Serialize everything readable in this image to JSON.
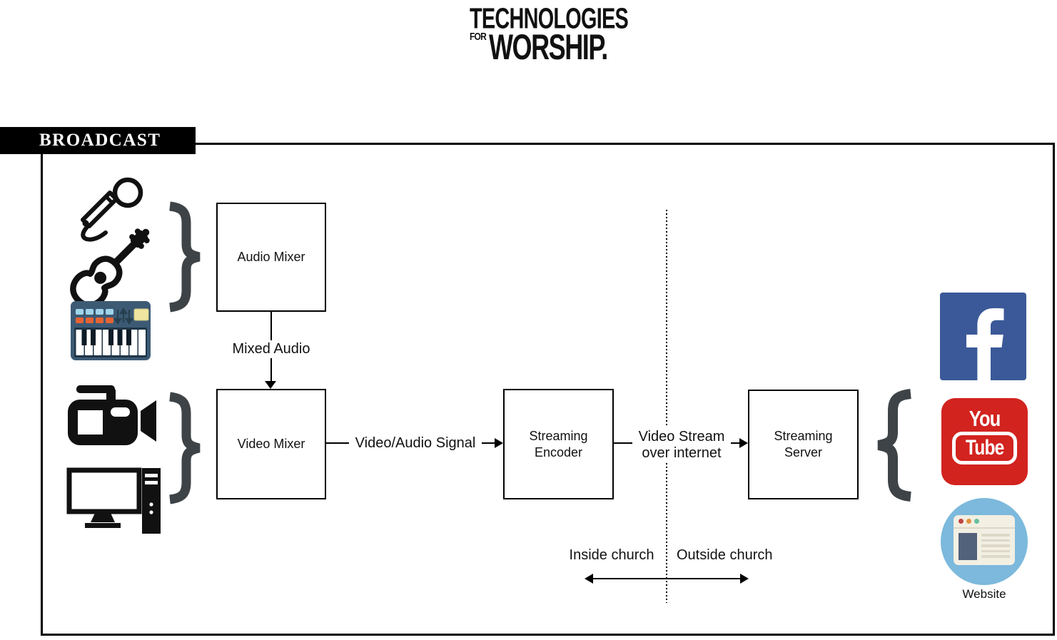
{
  "logo": {
    "top": "TECHNOLOGIES",
    "middle": "FOR",
    "bottom": "WORSHIP."
  },
  "header": {
    "title": "BROADCAST"
  },
  "diagram": {
    "type": "flowchart",
    "nodes": {
      "audio_mixer": {
        "label": "Audio Mixer"
      },
      "video_mixer": {
        "label": "Video Mixer"
      },
      "streaming_encoder": {
        "lines": [
          "Streaming",
          "Encoder"
        ]
      },
      "streaming_server": {
        "lines": [
          "Streaming",
          "Server"
        ]
      }
    },
    "edges": {
      "mixed_audio": {
        "label": "Mixed Audio",
        "from": "Audio Mixer",
        "to": "Video Mixer"
      },
      "va_signal": {
        "label": "Video/Audio Signal",
        "from": "Video Mixer",
        "to": "Streaming Encoder"
      },
      "video_stream": {
        "lines": [
          "Video Stream",
          "over internet"
        ],
        "from": "Streaming Encoder",
        "to": "Streaming Server"
      }
    },
    "zones": {
      "left": "Inside church",
      "right": "Outside church"
    },
    "input_icons": {
      "audio": [
        "microphone-icon",
        "guitar-icon",
        "keyboard-icon"
      ],
      "video": [
        "video-camera-icon",
        "computer-icon"
      ]
    },
    "outputs": {
      "facebook": {
        "icon": "facebook-icon"
      },
      "youtube": {
        "icon": "youtube-icon",
        "line1": "You",
        "line2": "Tube"
      },
      "website": {
        "icon": "website-icon",
        "label": "Website"
      }
    },
    "colors": {
      "facebook_blue": "#3b5998",
      "youtube_red": "#d2231f",
      "website_blue": "#7cb9dc",
      "brace_gray": "#3d4347",
      "keyboard_body": "#3c5a74",
      "line_black": "#000000"
    }
  }
}
